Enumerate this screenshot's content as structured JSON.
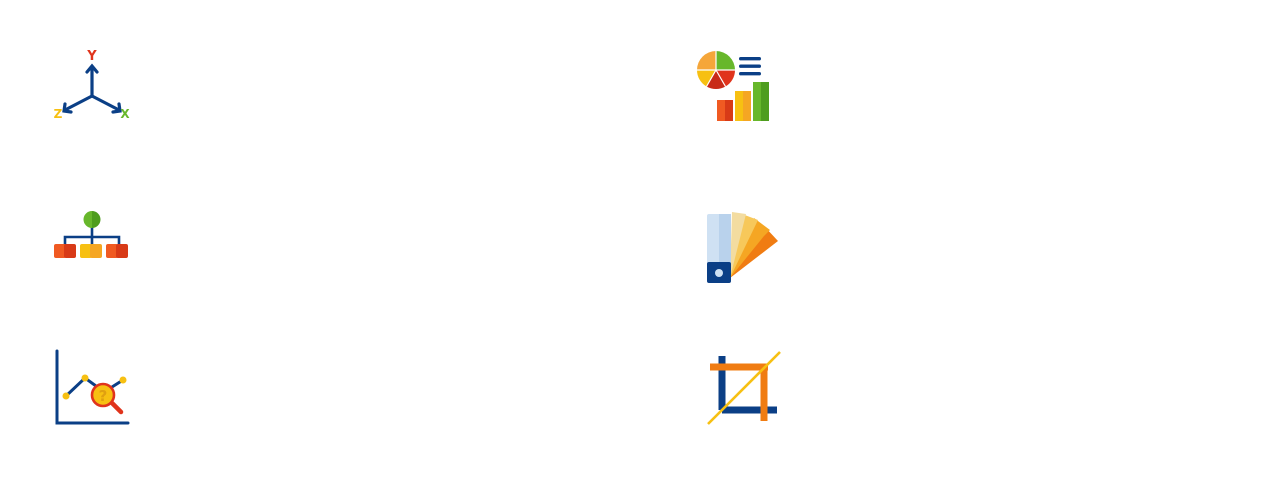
{
  "icons": {
    "axes": {
      "name": "xyz-axes-icon",
      "labels": {
        "y": "Y",
        "z": "Z",
        "x": "X"
      }
    },
    "chart": {
      "name": "pie-bar-chart-icon"
    },
    "hierarchy": {
      "name": "hierarchy-icon"
    },
    "swatch": {
      "name": "color-swatch-icon"
    },
    "analysis": {
      "name": "data-analysis-icon",
      "mark": "?"
    },
    "crop": {
      "name": "crop-icon"
    }
  },
  "colors": {
    "navy": "#0b3f86",
    "red": "#e0341c",
    "orange": "#f07c12",
    "yellow": "#f7c012",
    "green": "#67b72b",
    "lightblue": "#cfe1f3"
  }
}
